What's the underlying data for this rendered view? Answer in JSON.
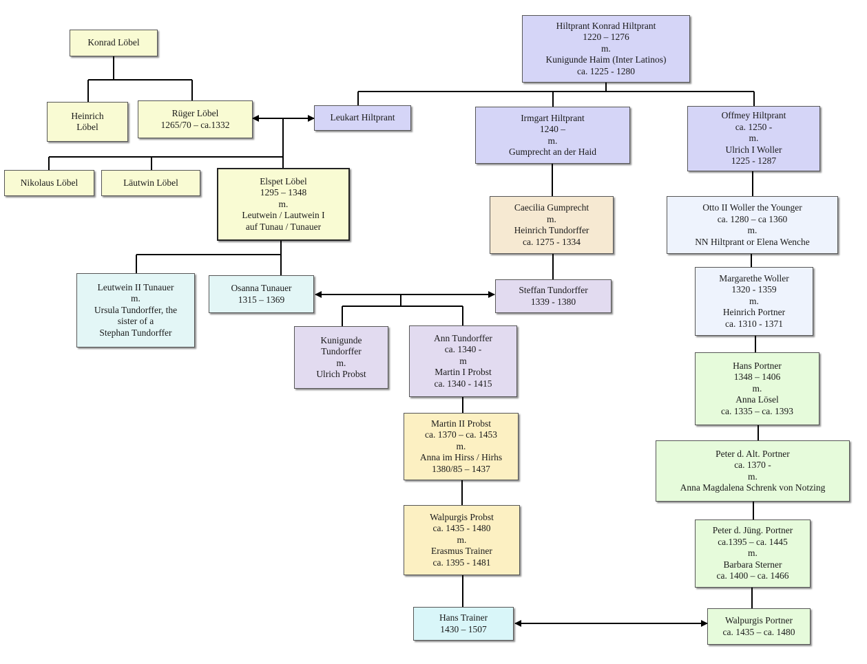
{
  "persons": {
    "konrad_lobel": "Konrad Löbel",
    "heinrich_lobel": "Heinrich\nLöbel",
    "ruger_lobel": "Rüger Löbel\n1265/70 – ca.1332",
    "nikolaus_lobel": "Nikolaus Löbel",
    "lautwin_lobel": "Läutwin Löbel",
    "elspet_lobel": "Elspet Löbel\n1295 – 1348\nm.\nLeutwein / Lautwein I\nauf Tunau / Tunauer",
    "hiltprant_konrad": "Hiltprant Konrad Hiltprant\n1220 – 1276\nm.\nKunigunde Haim (Inter Latinos)\nca. 1225 - 1280",
    "leukart_hiltprant": "Leukart Hiltprant",
    "irmgart_hiltprant": "Irmgart Hiltprant\n1240 –\nm.\nGumprecht an der Haid",
    "offmey_hiltprant": "Offmey Hiltprant\nca. 1250 -\nm.\nUlrich I Woller\n1225 - 1287",
    "caecilia_gumprecht": "Caecilia Gumprecht\nm.\nHeinrich Tundorffer\nca. 1275 - 1334",
    "otto_woller": "Otto II Woller the Younger\nca. 1280 – ca 1360\nm.\nNN Hiltprant or Elena Wenche",
    "leutwein_tunauer": "Leutwein II Tunauer\nm.\nUrsula Tundorffer, the\nsister of a\nStephan Tundorffer",
    "osanna_tunauer": "Osanna Tunauer\n1315 – 1369",
    "steffan_tundorffer": "Steffan Tundorffer\n1339 - 1380",
    "margarethe_woller": "Margarethe Woller\n1320 - 1359\nm.\nHeinrich Portner\nca. 1310 - 1371",
    "kunigunde_tundorffer": "Kunigunde\nTundorffer\nm.\nUlrich Probst",
    "ann_tundorffer": "Ann Tundorffer\nca. 1340 -\nm\nMartin I Probst\nca. 1340 - 1415",
    "hans_portner": "Hans Portner\n1348 – 1406\nm.\nAnna Lösel\nca. 1335 – ca. 1393",
    "martin_probst": "Martin II Probst\nca. 1370 – ca. 1453\nm.\nAnna im Hirss / Hirhs\n1380/85 – 1437",
    "peter_alt_portner": "Peter d. Alt. Portner\nca. 1370 -\nm.\nAnna Magdalena Schrenk von Notzing",
    "walpurgis_probst": "Walpurgis Probst\nca. 1435 - 1480\nm.\nErasmus Trainer\nca. 1395 - 1481",
    "peter_jung_portner": "Peter d. Jüng. Portner\nca.1395 – ca. 1445\nm.\nBarbara Sterner\nca. 1400 – ca. 1466",
    "hans_trainer": "Hans Trainer\n1430 – 1507",
    "walpurgis_portner": "Walpurgis Portner\nca. 1435 – ca. 1480"
  },
  "colors": {
    "yellow": "#f9fbd3",
    "lavender": "#d5d5f7",
    "violet": "#e2dbf0",
    "peach": "#f6e9d2",
    "mint": "#e3f6f6",
    "ice": "#eef3fd",
    "green": "#e6fbdb",
    "gold": "#fcf0c2",
    "cyan": "#d9f6f9",
    "line": "#000000"
  }
}
